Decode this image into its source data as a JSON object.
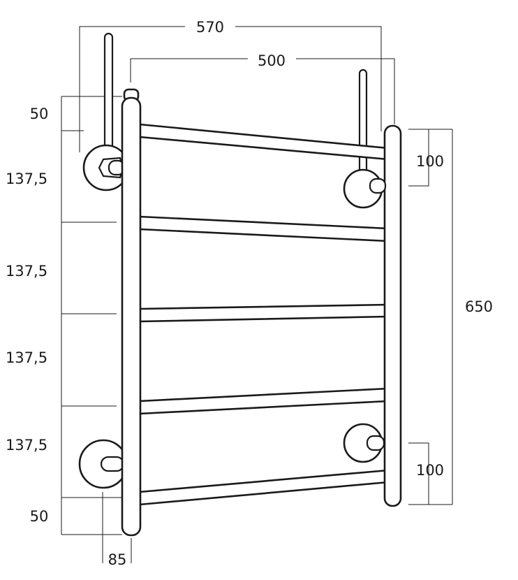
{
  "dimensions": {
    "overall_width": "570",
    "rail_spacing": "500",
    "overall_height": "650",
    "top_offset": "50",
    "bottom_offset": "50",
    "bar_gap_1": "137,5",
    "bar_gap_2": "137,5",
    "bar_gap_3": "137,5",
    "bar_gap_4": "137,5",
    "right_top_bracket": "100",
    "right_bottom_bracket": "100",
    "wall_depth": "85"
  },
  "colors": {
    "line": "#1a1a1a",
    "background": "#ffffff"
  }
}
